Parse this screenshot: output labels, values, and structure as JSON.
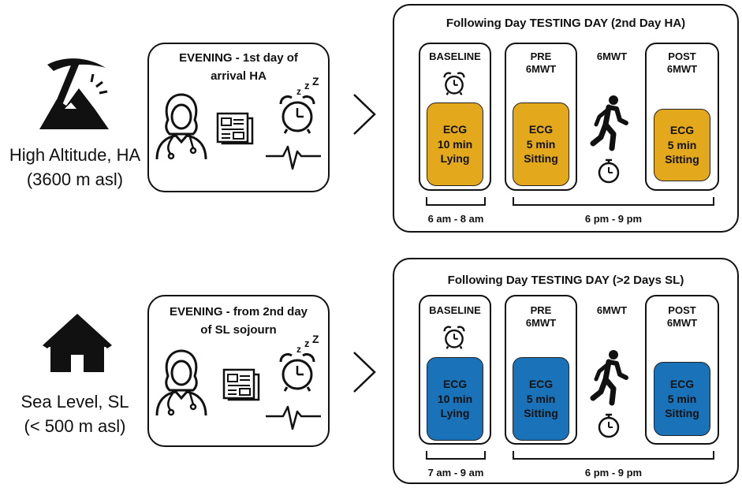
{
  "rows": [
    {
      "site_label_line1": "High Altitude, HA",
      "site_label_line2": "(3600 m asl)",
      "site_icon": "pickaxe-mountain-icon",
      "evening_line1": "EVENING - 1st day of",
      "evening_line2": "arrival HA",
      "testing_title": "Following Day TESTING DAY (2nd Day HA)",
      "baseline_title": "BASELINE",
      "pre_title_line1": "PRE",
      "pre_title_line2": "6MWT",
      "walk_title": "6MWT",
      "post_title_line1": "POST",
      "post_title_line2": "6MWT",
      "baseline_ecg": [
        "ECG",
        "10 min",
        "Lying"
      ],
      "pre_ecg": [
        "ECG",
        "5 min",
        "Sitting"
      ],
      "post_ecg": [
        "ECG",
        "5 min",
        "Sitting"
      ],
      "baseline_time": "6 am - 8 am",
      "evening_time": "6 pm - 9 pm",
      "ecg_color": "#e3a81c"
    },
    {
      "site_label_line1": "Sea Level, SL",
      "site_label_line2": "(< 500 m asl)",
      "site_icon": "house-icon",
      "evening_line1": "EVENING - from 2nd day",
      "evening_line2": "of SL sojourn",
      "testing_title": "Following Day TESTING DAY (>2 Days SL)",
      "baseline_title": "BASELINE",
      "pre_title_line1": "PRE",
      "pre_title_line2": "6MWT",
      "walk_title": "6MWT",
      "post_title_line1": "POST",
      "post_title_line2": "6MWT",
      "baseline_ecg": [
        "ECG",
        "10 min",
        "Lying"
      ],
      "pre_ecg": [
        "ECG",
        "5 min",
        "Sitting"
      ],
      "post_ecg": [
        "ECG",
        "5 min",
        "Sitting"
      ],
      "baseline_time": "7 am - 9 am",
      "evening_time": "6 pm - 9 pm",
      "ecg_color": "#1a73b9"
    }
  ],
  "icons": [
    "doctor-icon",
    "newspaper-icon",
    "alarm-clock-icon",
    "zzz-icon",
    "ecg-wave-icon",
    "chevron-right-icon",
    "walking-person-icon",
    "stopwatch-icon"
  ]
}
